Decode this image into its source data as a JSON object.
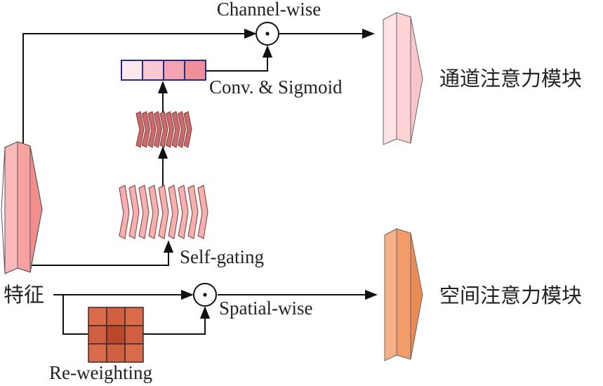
{
  "labels": {
    "channel_wise": "Channel-wise",
    "conv_sigmoid": "Conv. & Sigmoid",
    "self_gating": "Self-gating",
    "spatial_wise": "Spatial-wise",
    "re_weighting": "Re-weighting",
    "feature": "特征",
    "channel_module": "通道注意力模块",
    "spatial_module": "空间注意力模块"
  },
  "symbols": {
    "multiply": "⊙"
  },
  "colors": {
    "feature_block": "#f7a1a1",
    "channel_module_block": "#fdd3d6",
    "spatial_module_block": "#f19b68",
    "channel_vector": "#f4a3b3",
    "self_gating_stack": "#f6b0b0",
    "small_stack": "#cf6a6a",
    "re_weighting_grid": "#d96b4a",
    "re_weighting_center": "#b8482a"
  }
}
